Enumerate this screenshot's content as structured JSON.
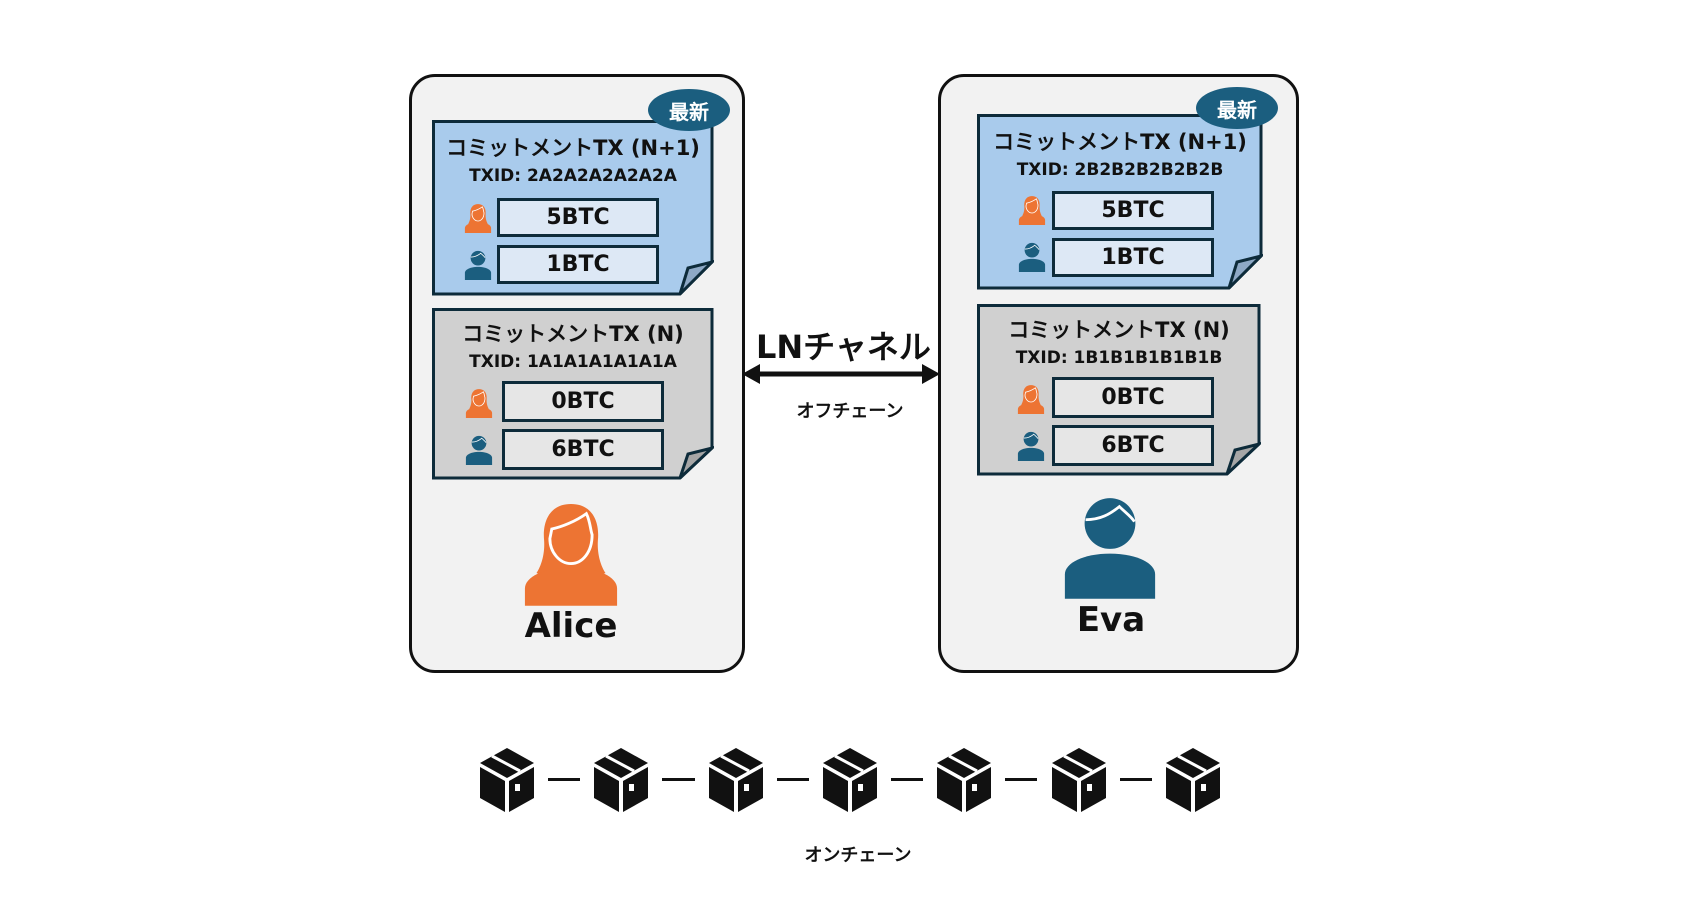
{
  "colors": {
    "alice": "#ed7433",
    "eva": "#1b5e7f",
    "latest_doc": "#a9cbec",
    "older_doc": "#d0d0d0",
    "doc_border": "#0d2b3a",
    "panel_bg": "#f2f2f2"
  },
  "channel": {
    "title": "LNチャネル",
    "subtitle": "オフチェーン"
  },
  "onchain": {
    "label": "オンチェーン",
    "block_count": 7,
    "block_icon": "package-box-icon"
  },
  "parties": [
    {
      "name": "Alice",
      "avatar_icon": "female-user-icon",
      "latest_badge": "最新",
      "commitments": [
        {
          "title": "コミットメントTX (N+1)",
          "txid": "TXID: 2A2A2A2A2A2A",
          "state": "latest",
          "outputs": [
            {
              "owner": "Alice",
              "owner_icon": "female-user-icon",
              "amount": "5BTC"
            },
            {
              "owner": "Eva",
              "owner_icon": "male-user-icon",
              "amount": "1BTC"
            }
          ]
        },
        {
          "title": "コミットメントTX (N)",
          "txid": "TXID: 1A1A1A1A1A1A",
          "state": "old",
          "outputs": [
            {
              "owner": "Alice",
              "owner_icon": "female-user-icon",
              "amount": "0BTC"
            },
            {
              "owner": "Eva",
              "owner_icon": "male-user-icon",
              "amount": "6BTC"
            }
          ]
        }
      ]
    },
    {
      "name": "Eva",
      "avatar_icon": "male-user-icon",
      "latest_badge": "最新",
      "commitments": [
        {
          "title": "コミットメントTX (N+1)",
          "txid": "TXID: 2B2B2B2B2B2B",
          "state": "latest",
          "outputs": [
            {
              "owner": "Alice",
              "owner_icon": "female-user-icon",
              "amount": "5BTC"
            },
            {
              "owner": "Eva",
              "owner_icon": "male-user-icon",
              "amount": "1BTC"
            }
          ]
        },
        {
          "title": "コミットメントTX (N)",
          "txid": "TXID: 1B1B1B1B1B1B",
          "state": "old",
          "outputs": [
            {
              "owner": "Alice",
              "owner_icon": "female-user-icon",
              "amount": "0BTC"
            },
            {
              "owner": "Eva",
              "owner_icon": "male-user-icon",
              "amount": "6BTC"
            }
          ]
        }
      ]
    }
  ]
}
